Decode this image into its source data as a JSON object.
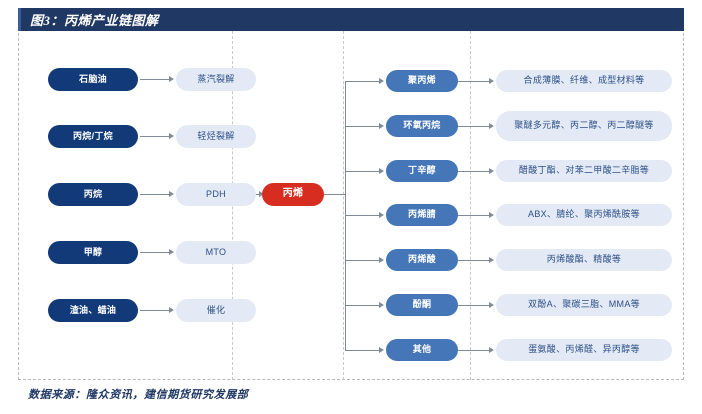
{
  "figure": {
    "title": "图3：丙烯产业链图解",
    "source_note": "数据来源：隆众资讯，建信期货研究发展部",
    "colors": {
      "title_bar": "#1f3864",
      "navy_node": "#133a78",
      "blue_node": "#4577b8",
      "red_node": "#d62d20",
      "light_node": "#e3eaf5",
      "connector": "#7f8b97",
      "frame_dash": "#b9b9b9"
    }
  },
  "upstream": {
    "feedstocks": [
      {
        "label": "石脑油",
        "process": "蒸汽裂解"
      },
      {
        "label": "丙烷/丁烷",
        "process": "轻烃裂解"
      },
      {
        "label": "丙烷",
        "process": "PDH"
      },
      {
        "label": "甲醇",
        "process": "MTO"
      },
      {
        "label": "渣油、蜡油",
        "process": "催化"
      }
    ]
  },
  "hub": {
    "label": "丙烯"
  },
  "downstream": {
    "branches": [
      {
        "product": "聚丙烯",
        "applications": "合成薄膜、纤维、成型材料等"
      },
      {
        "product": "环氧丙烷",
        "applications": "聚醚多元醇、丙二醇、丙二醇醚等"
      },
      {
        "product": "丁辛醇",
        "applications": "醋酸丁酯、对苯二甲酸二辛脂等"
      },
      {
        "product": "丙烯腈",
        "applications": "ABX、腈纶、聚丙烯酰胺等"
      },
      {
        "product": "丙烯酸",
        "applications": "丙烯酸酯、精酸等"
      },
      {
        "product": "酚酮",
        "applications": "双酚A、聚碳三脂、MMA等"
      },
      {
        "product": "其他",
        "applications": "蛋氨酸、丙烯醛、异丙醇等"
      }
    ]
  }
}
